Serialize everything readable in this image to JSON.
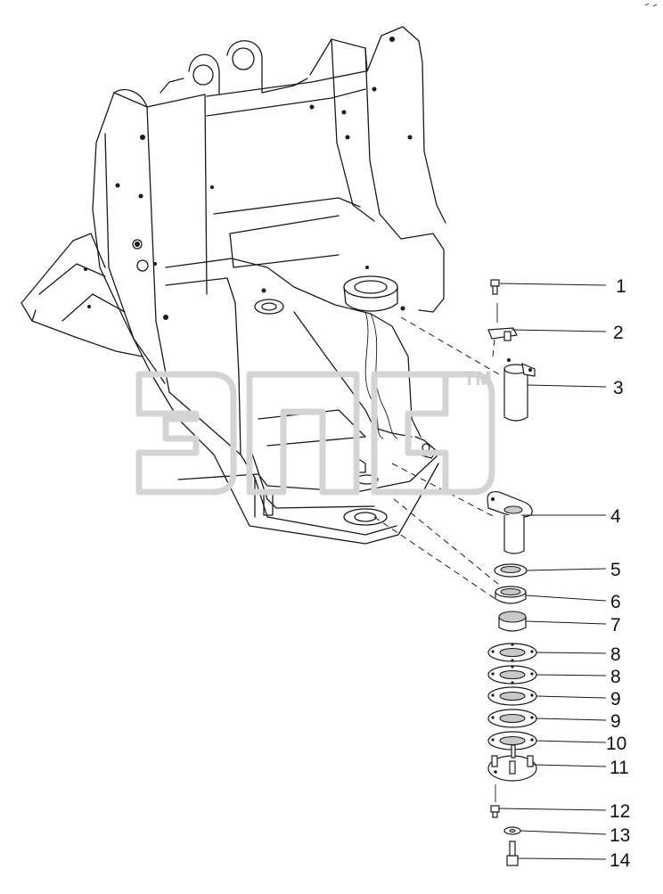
{
  "watermark": {
    "trademark": "TM"
  },
  "callouts": [
    {
      "label": "1",
      "part": "bolt"
    },
    {
      "label": "2",
      "part": "lock-plate"
    },
    {
      "label": "3",
      "part": "pin"
    },
    {
      "label": "4",
      "part": "flanged-pin"
    },
    {
      "label": "5",
      "part": "seal-ring"
    },
    {
      "label": "6",
      "part": "bearing-outer"
    },
    {
      "label": "7",
      "part": "bearing-inner"
    },
    {
      "label": "8",
      "part": "shim-flange"
    },
    {
      "label": "8",
      "part": "shim-flange"
    },
    {
      "label": "9",
      "part": "shim"
    },
    {
      "label": "9",
      "part": "shim"
    },
    {
      "label": "10",
      "part": "shim"
    },
    {
      "label": "11",
      "part": "cover-plate"
    },
    {
      "label": "12",
      "part": "bolt"
    },
    {
      "label": "13",
      "part": "washer"
    },
    {
      "label": "14",
      "part": "bolt"
    }
  ]
}
